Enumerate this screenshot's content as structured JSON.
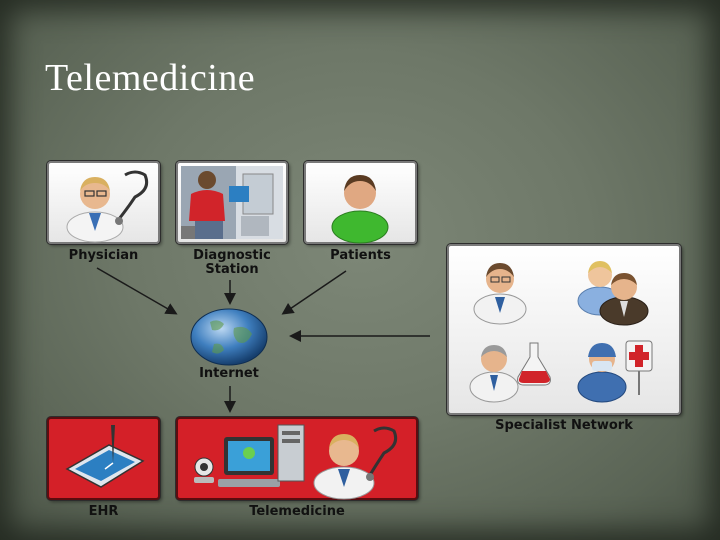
{
  "title": "Telemedicine",
  "nodes": {
    "physician": "Physician",
    "diagnostic_station_line1": "Diagnostic",
    "diagnostic_station_line2": "Station",
    "patients": "Patients",
    "internet": "Internet",
    "specialist_network": "Specialist Network",
    "ehr": "EHR",
    "telemedicine": "Telemedicine"
  },
  "colors": {
    "box_red": "#d42028",
    "box_gray": "#f2f2f2",
    "arrow": "#1a1a1a"
  }
}
